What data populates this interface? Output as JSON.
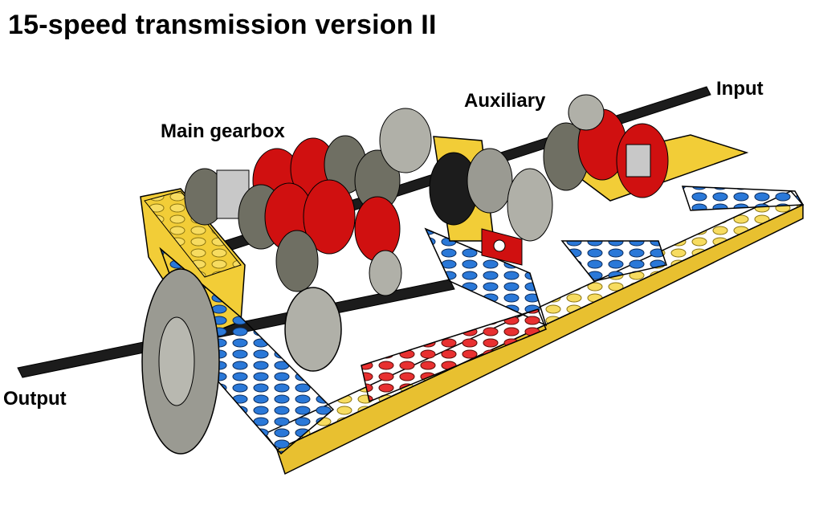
{
  "title": "15-speed transmission version II",
  "labels": {
    "main_gearbox": "Main gearbox",
    "auxiliary": "Auxiliary",
    "input": "Input",
    "output": "Output"
  },
  "colors": {
    "frame_yellow": "#f2cd37",
    "plate_blue": "#1560bd",
    "plate_red": "#d01010",
    "gear_gray": "#9a9a92",
    "gear_dark": "#6f6f63",
    "axle_black": "#1c1c1c",
    "hub_light": "#c8c8c8"
  }
}
